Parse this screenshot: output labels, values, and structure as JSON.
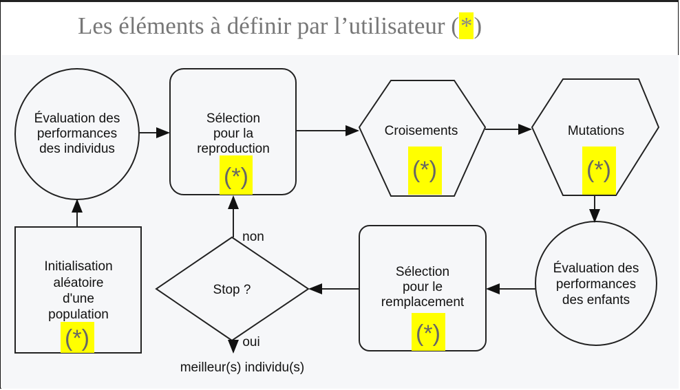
{
  "title": {
    "text": "Les éléments à définir par l’utilisateur (",
    "star": "*",
    "close": ")"
  },
  "marker": "(*)",
  "highlight_color": "#ffff00",
  "nodes": {
    "eval_individus": [
      "Évaluation des",
      "performances",
      "des individus"
    ],
    "selection_reproduction": [
      "Sélection",
      "pour la",
      "reproduction"
    ],
    "croisements": [
      "Croisements"
    ],
    "mutations": [
      "Mutations"
    ],
    "eval_enfants": [
      "Évaluation des",
      "performances",
      "des enfants"
    ],
    "selection_remplacement": [
      "Sélection",
      "pour le",
      "remplacement"
    ],
    "stop": [
      "Stop ?"
    ],
    "initialisation": [
      "Initialisation",
      "aléatoire",
      "d'une",
      "population"
    ]
  },
  "edge_labels": {
    "non": "non",
    "oui": "oui",
    "result": "meilleur(s) individu(s)"
  }
}
